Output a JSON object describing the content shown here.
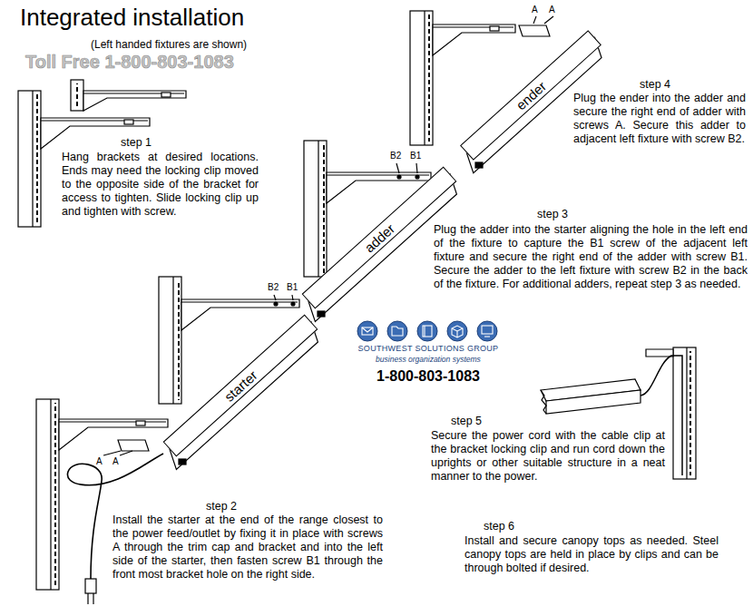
{
  "diagram": {
    "title": "Integrated installation",
    "nodes": [
      {
        "text": [
          "ender"
        ]
      },
      {
        "text": [
          "adder"
        ]
      },
      {
        "text": [
          "starter"
        ]
      }
    ],
    "labels": [
      "Toll Free 1-800-803-1083",
      "(Left handed fixtures are shown)",
      "step 1",
      "Hang brackets at desired locations. Ends may need the locking clip moved to the opposite side of the bracket for access to tighten. Slide locking clip up and tighten with screw.",
      "A",
      "A",
      "B2",
      "B1",
      "step 4",
      "Plug the ender into the adder and secure the right end of adder with screws A. Secure this adder to adjacent left fixture with screw B2.",
      "B2",
      "B1",
      "step 3",
      "Plug the adder into the starter aligning the hole in the left end of the fixture to capture the B1 screw of the adjacent left fixture and secure the right end of the adder with screw B1. Secure the adder to the left fixture with screw B2 in the back of the fixture. For additional adders, repeat step 3 as needed.",
      "SOUTHWEST SOLUTIONS GROUP",
      "business organization systems",
      "1-800-803-1083",
      "step 5",
      "Secure the power cord with the cable clip at the bracket locking clip and run cord down the uprights or other suitable structure in a neat manner to the power.",
      "A",
      "A",
      "step 2",
      "Install the starter at the end of the range closest to the power feed/outlet by fixing it in place with screws A through the trim cap and bracket and into the left side of the starter, then fasten screw B1 through the front most bracket hole on the right side.",
      "step 6",
      "Install and secure canopy tops as needed. Steel canopy tops are held in place by clips and can be through bolted if desired."
    ]
  }
}
